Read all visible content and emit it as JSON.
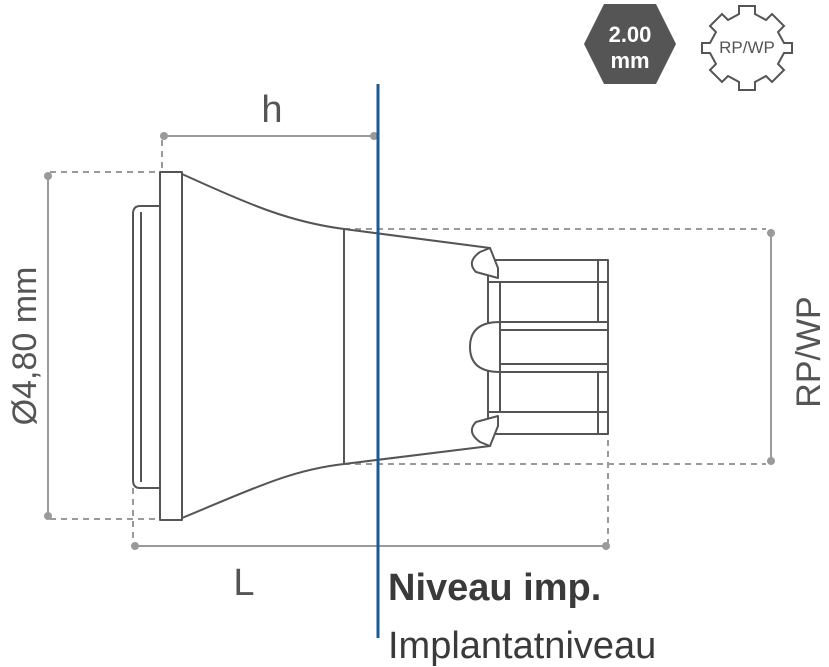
{
  "badges": {
    "driver_size": {
      "value": "2.00",
      "unit": "mm",
      "color": "#555555",
      "icon": "hexagon-icon"
    },
    "connection": {
      "label": "RP/WP",
      "color": "#555555",
      "icon": "gear-icon"
    }
  },
  "dimensions": {
    "height_label": "h",
    "length_label": "L",
    "diameter_label": "Ø4,80 mm",
    "platform_label": "RP/WP"
  },
  "implant_level": {
    "line_color": "#1a5a96",
    "label_primary": "Niveau imp.",
    "label_secondary": "Implantatniveau"
  },
  "colors": {
    "part_stroke": "#555555",
    "dimension": "#9a9a9a"
  }
}
